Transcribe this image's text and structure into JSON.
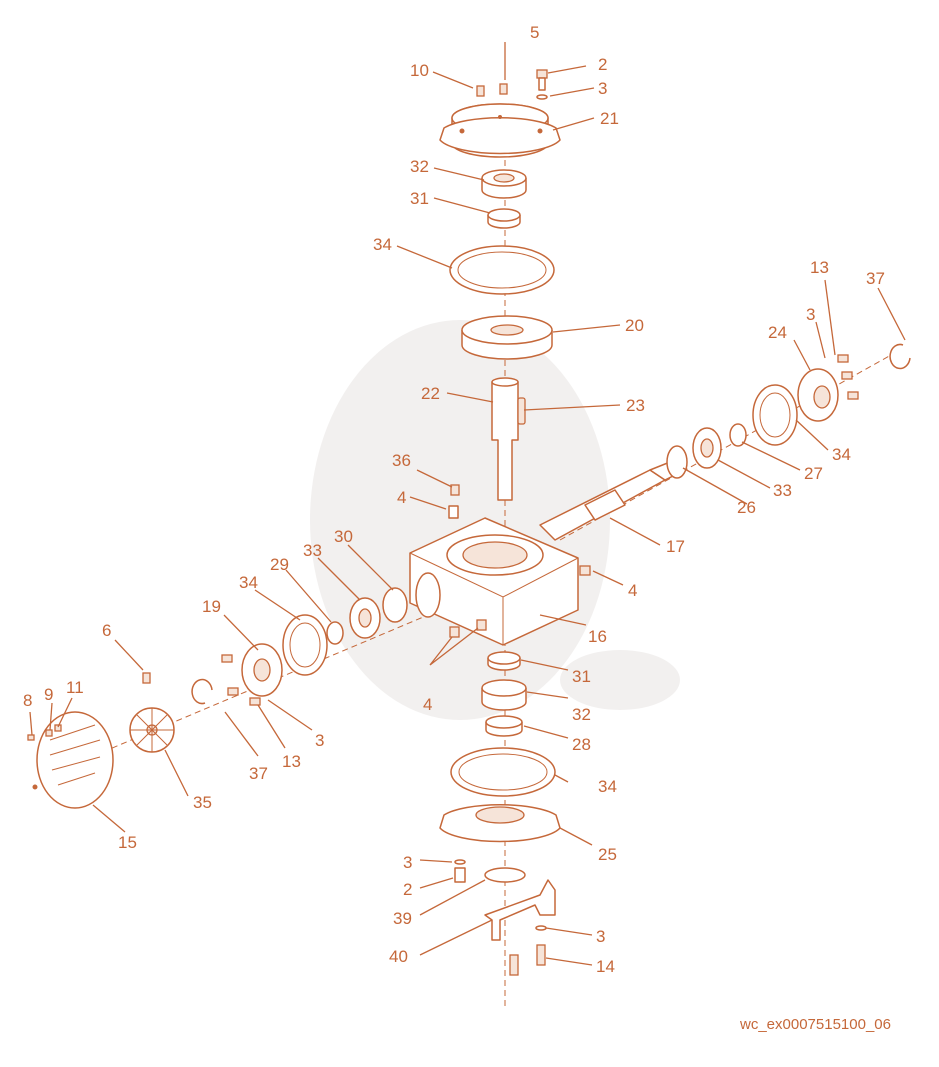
{
  "diagram": {
    "code": "wc_ex0007515100_06",
    "accent_color": "#c5683a",
    "callouts": [
      {
        "id": "c5",
        "text": "5"
      },
      {
        "id": "c2a",
        "text": "2"
      },
      {
        "id": "c10",
        "text": "10"
      },
      {
        "id": "c3a",
        "text": "3"
      },
      {
        "id": "c21",
        "text": "21"
      },
      {
        "id": "c32a",
        "text": "32"
      },
      {
        "id": "c31a",
        "text": "31"
      },
      {
        "id": "c34a",
        "text": "34"
      },
      {
        "id": "c20",
        "text": "20"
      },
      {
        "id": "c22",
        "text": "22"
      },
      {
        "id": "c23",
        "text": "23"
      },
      {
        "id": "c13a",
        "text": "13"
      },
      {
        "id": "c37a",
        "text": "37"
      },
      {
        "id": "c3b",
        "text": "3"
      },
      {
        "id": "c24",
        "text": "24"
      },
      {
        "id": "c34b",
        "text": "34"
      },
      {
        "id": "c27",
        "text": "27"
      },
      {
        "id": "c33a",
        "text": "33"
      },
      {
        "id": "c26",
        "text": "26"
      },
      {
        "id": "c17",
        "text": "17"
      },
      {
        "id": "c36",
        "text": "36"
      },
      {
        "id": "c4a",
        "text": "4"
      },
      {
        "id": "c4b",
        "text": "4"
      },
      {
        "id": "c30",
        "text": "30"
      },
      {
        "id": "c33b",
        "text": "33"
      },
      {
        "id": "c29",
        "text": "29"
      },
      {
        "id": "c34c",
        "text": "34"
      },
      {
        "id": "c19",
        "text": "19"
      },
      {
        "id": "c16",
        "text": "16"
      },
      {
        "id": "c6",
        "text": "6"
      },
      {
        "id": "c31b",
        "text": "31"
      },
      {
        "id": "c4c",
        "text": "4"
      },
      {
        "id": "c32b",
        "text": "32"
      },
      {
        "id": "c8",
        "text": "8"
      },
      {
        "id": "c9",
        "text": "9"
      },
      {
        "id": "c11",
        "text": "11"
      },
      {
        "id": "c3c",
        "text": "3"
      },
      {
        "id": "c13b",
        "text": "13"
      },
      {
        "id": "c37b",
        "text": "37"
      },
      {
        "id": "c28",
        "text": "28"
      },
      {
        "id": "c35",
        "text": "35"
      },
      {
        "id": "c34d",
        "text": "34"
      },
      {
        "id": "c15",
        "text": "15"
      },
      {
        "id": "c25",
        "text": "25"
      },
      {
        "id": "c3d",
        "text": "3"
      },
      {
        "id": "c2b",
        "text": "2"
      },
      {
        "id": "c39",
        "text": "39"
      },
      {
        "id": "c3e",
        "text": "3"
      },
      {
        "id": "c40",
        "text": "40"
      },
      {
        "id": "c14",
        "text": "14"
      }
    ]
  }
}
